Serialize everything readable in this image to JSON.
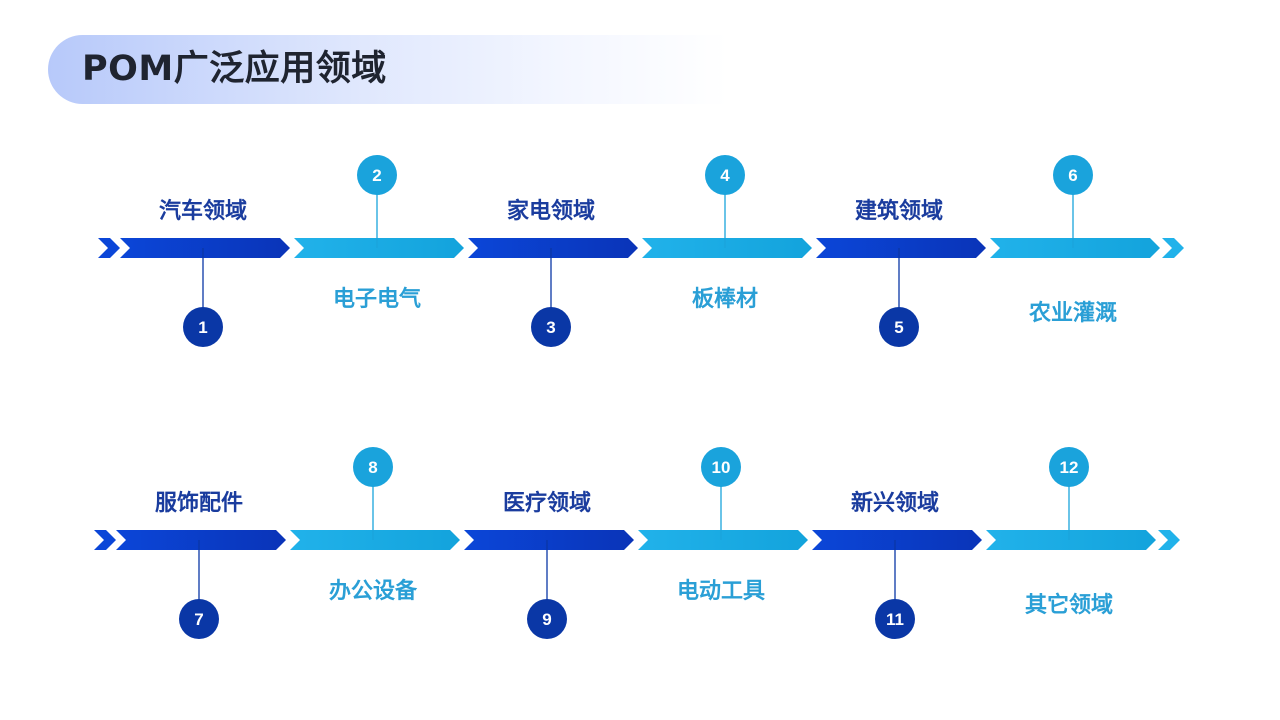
{
  "page": {
    "title": "POM广泛应用领域"
  },
  "colors": {
    "dark_blue_start": "#0b46d8",
    "dark_blue_end": "#0a34b8",
    "light_blue_start": "#21b2ea",
    "light_blue_end": "#13a3dc",
    "dark_circle": "#0a37a6",
    "light_circle": "#1aa3dc",
    "dark_label": "#1a3c9e",
    "light_label": "#2a9fd6"
  },
  "rows": [
    {
      "items": [
        {
          "number": "1",
          "label": "汽车领域"
        },
        {
          "number": "2",
          "label": "电子电气"
        },
        {
          "number": "3",
          "label": "家电领域"
        },
        {
          "number": "4",
          "label": "板棒材"
        },
        {
          "number": "5",
          "label": "建筑领域"
        },
        {
          "number": "6",
          "label": "农业灌溉"
        }
      ]
    },
    {
      "items": [
        {
          "number": "7",
          "label": "服饰配件"
        },
        {
          "number": "8",
          "label": "办公设备"
        },
        {
          "number": "9",
          "label": "医疗领域"
        },
        {
          "number": "10",
          "label": "电动工具"
        },
        {
          "number": "11",
          "label": "新兴领域"
        },
        {
          "number": "12",
          "label": "其它领域"
        }
      ]
    }
  ]
}
